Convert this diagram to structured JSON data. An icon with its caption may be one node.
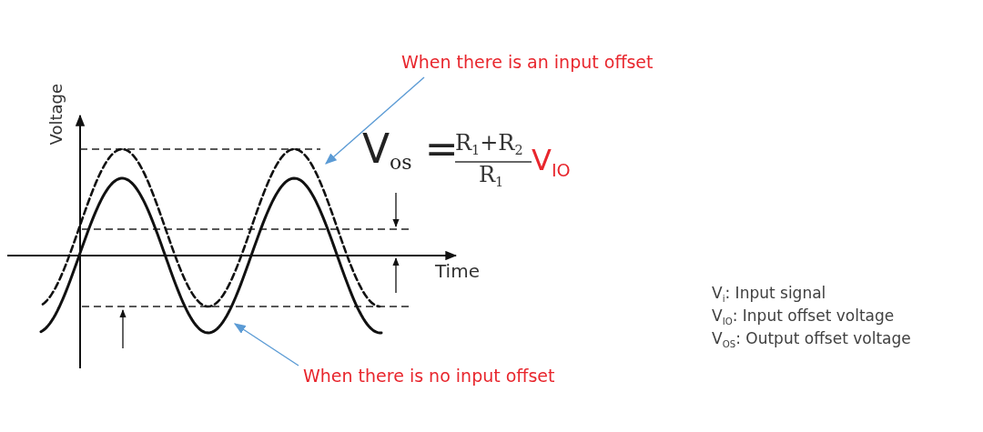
{
  "diagram": {
    "nodes": [
      {
        "text": [
          "When there is an input offset"
        ]
      },
      {
        "text": [],
        "shape": "curve"
      },
      {
        "text": [],
        "shape": "curve"
      },
      {
        "text": [
          "When there is no input offset"
        ]
      }
    ],
    "edges": [
      {
        "from": 0,
        "to": 1,
        "arrow": "to"
      },
      {
        "from": 3,
        "to": 2,
        "arrow": "to"
      }
    ],
    "labels": [
      "Voltage",
      "V$_{os}$ =",
      "R$_{1}$+R$_{2}$",
      "R$_{1}$",
      "V$_{IO}$",
      "Time",
      "V$_{i}$: Input signal",
      "V$_{IO}$: Input offset voltage",
      "V$_{OS}$: Output offset voltage"
    ]
  }
}
